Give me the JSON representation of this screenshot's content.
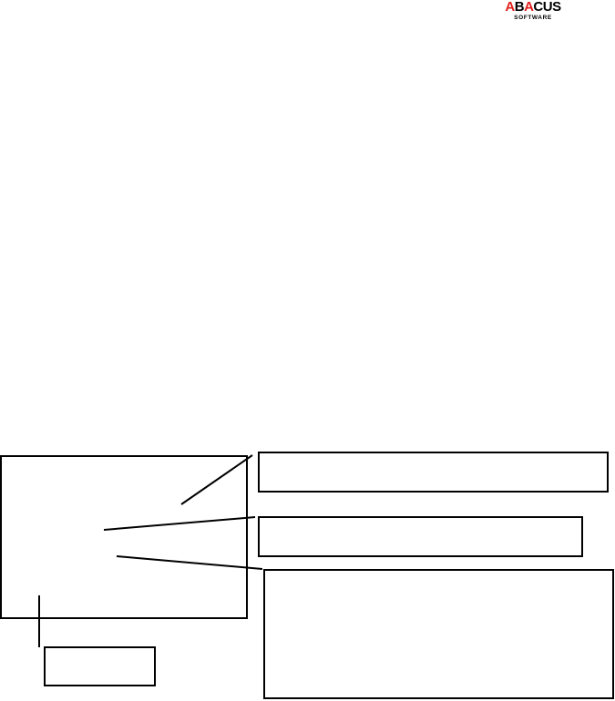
{
  "logo": {
    "letters": [
      {
        "char": "A",
        "color": "#e0201c"
      },
      {
        "char": "B",
        "color": "#000000"
      },
      {
        "char": "A",
        "color": "#e0201c"
      },
      {
        "char": "C",
        "color": "#000000"
      },
      {
        "char": "U",
        "color": "#000000"
      },
      {
        "char": "S",
        "color": "#000000"
      }
    ],
    "wordmark": "ABACUS",
    "subtitle": "SOFTWARE"
  },
  "colors": {
    "stroke": "#000000",
    "background": "#ffffff",
    "logo_accent": "#e0201c"
  },
  "diagram": {
    "main_box": {
      "label": ""
    },
    "callouts": [
      {
        "id": "callout-1",
        "label": ""
      },
      {
        "id": "callout-2",
        "label": ""
      },
      {
        "id": "callout-3",
        "label": ""
      },
      {
        "id": "callout-4",
        "label": ""
      }
    ]
  }
}
